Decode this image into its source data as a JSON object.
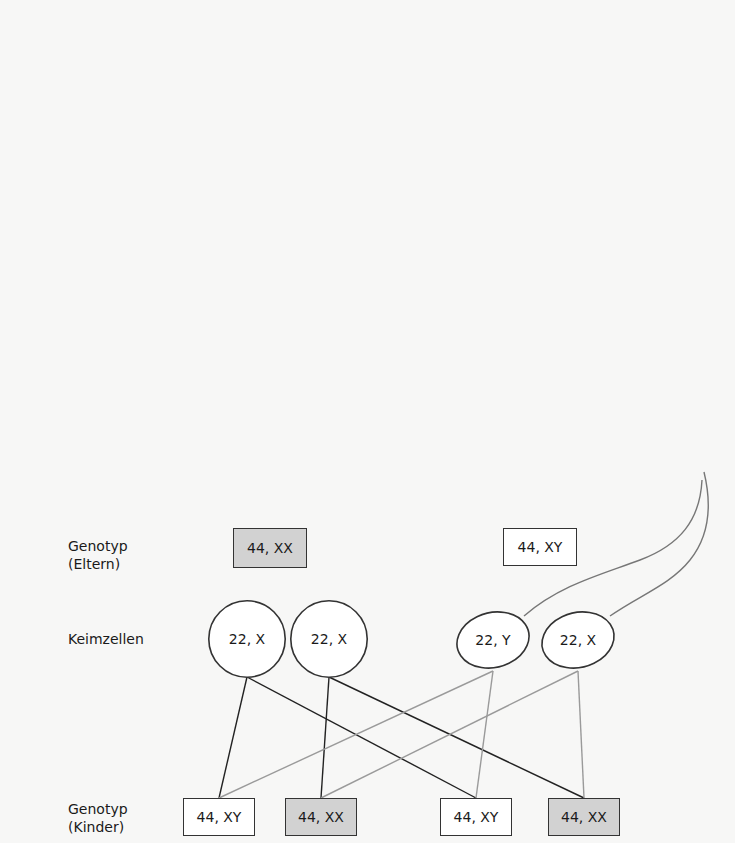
{
  "diagram": {
    "nodes": [
      {
        "text": [
          "44, XX"
        ]
      },
      {
        "text": [
          "44, XY"
        ]
      },
      {
        "text": [
          "22, X"
        ]
      },
      {
        "text": [
          "22, X"
        ]
      },
      {
        "text": [
          "22, Y"
        ]
      },
      {
        "text": [
          "22, X"
        ]
      },
      {
        "text": [
          "44, XY"
        ]
      },
      {
        "text": [
          "44, XX"
        ]
      },
      {
        "text": [
          "44, XY"
        ]
      },
      {
        "text": [
          "44, XX"
        ]
      }
    ],
    "edges": [
      {
        "from": 2,
        "to": 6,
        "arrow": "none"
      },
      {
        "from": 2,
        "to": 8,
        "arrow": "none"
      },
      {
        "from": 3,
        "to": 7,
        "arrow": "none"
      },
      {
        "from": 3,
        "to": 9,
        "arrow": "none"
      },
      {
        "from": 4,
        "to": 6,
        "arrow": "none"
      },
      {
        "from": 4,
        "to": 8,
        "arrow": "none"
      },
      {
        "from": 5,
        "to": 7,
        "arrow": "none"
      },
      {
        "from": 5,
        "to": 9,
        "arrow": "none"
      }
    ],
    "labels": [
      "Genotyp (Eltern)",
      "Keimzellen",
      "Genotyp (Kinder)"
    ]
  }
}
